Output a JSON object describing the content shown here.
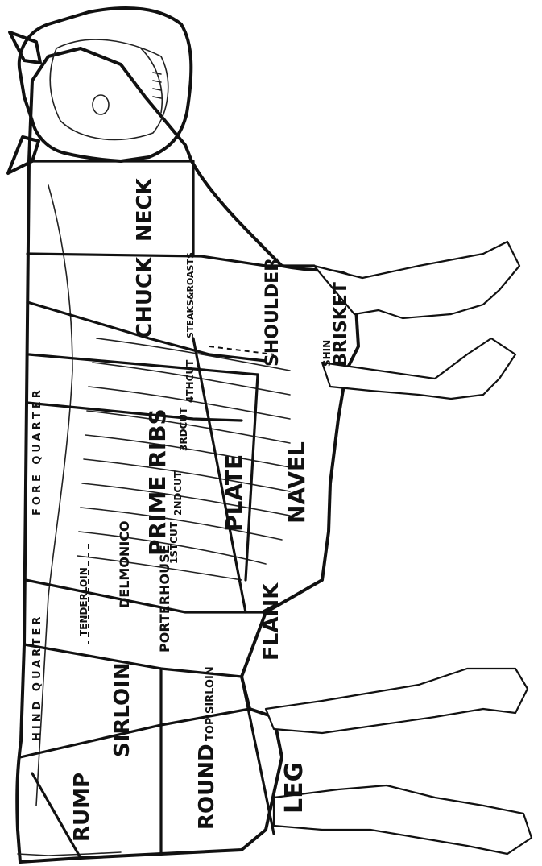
{
  "labels": {
    "neck": "NECK",
    "chuck": "CHUCK",
    "shoulder": "SHOULDER",
    "brisket": "BRISKET",
    "shin": "SHIN",
    "steaks_roasts": "STEAKS&ROASTS",
    "cut_4th": "4THCUT",
    "cut_3rd": "3RDCUT",
    "cut_2nd": "2NDCUT",
    "cut_1st": "1STCUT",
    "prime_ribs": "PRIME RIBS",
    "plate": "PLATE",
    "navel": "NAVEL",
    "delmonico": "DELMONICO",
    "tenderloin": "TENDERLOIN",
    "porterhouse": "PORTERHOUSE",
    "sirloin": "SIRLOIN",
    "top_sirloin": "TOP SIRLOIN",
    "flank": "FLANK",
    "rump": "RUMP",
    "round": "ROUND",
    "leg": "LEG",
    "hindquarter": "HIND QUARTER",
    "forequarter": "FORE QUARTER"
  }
}
